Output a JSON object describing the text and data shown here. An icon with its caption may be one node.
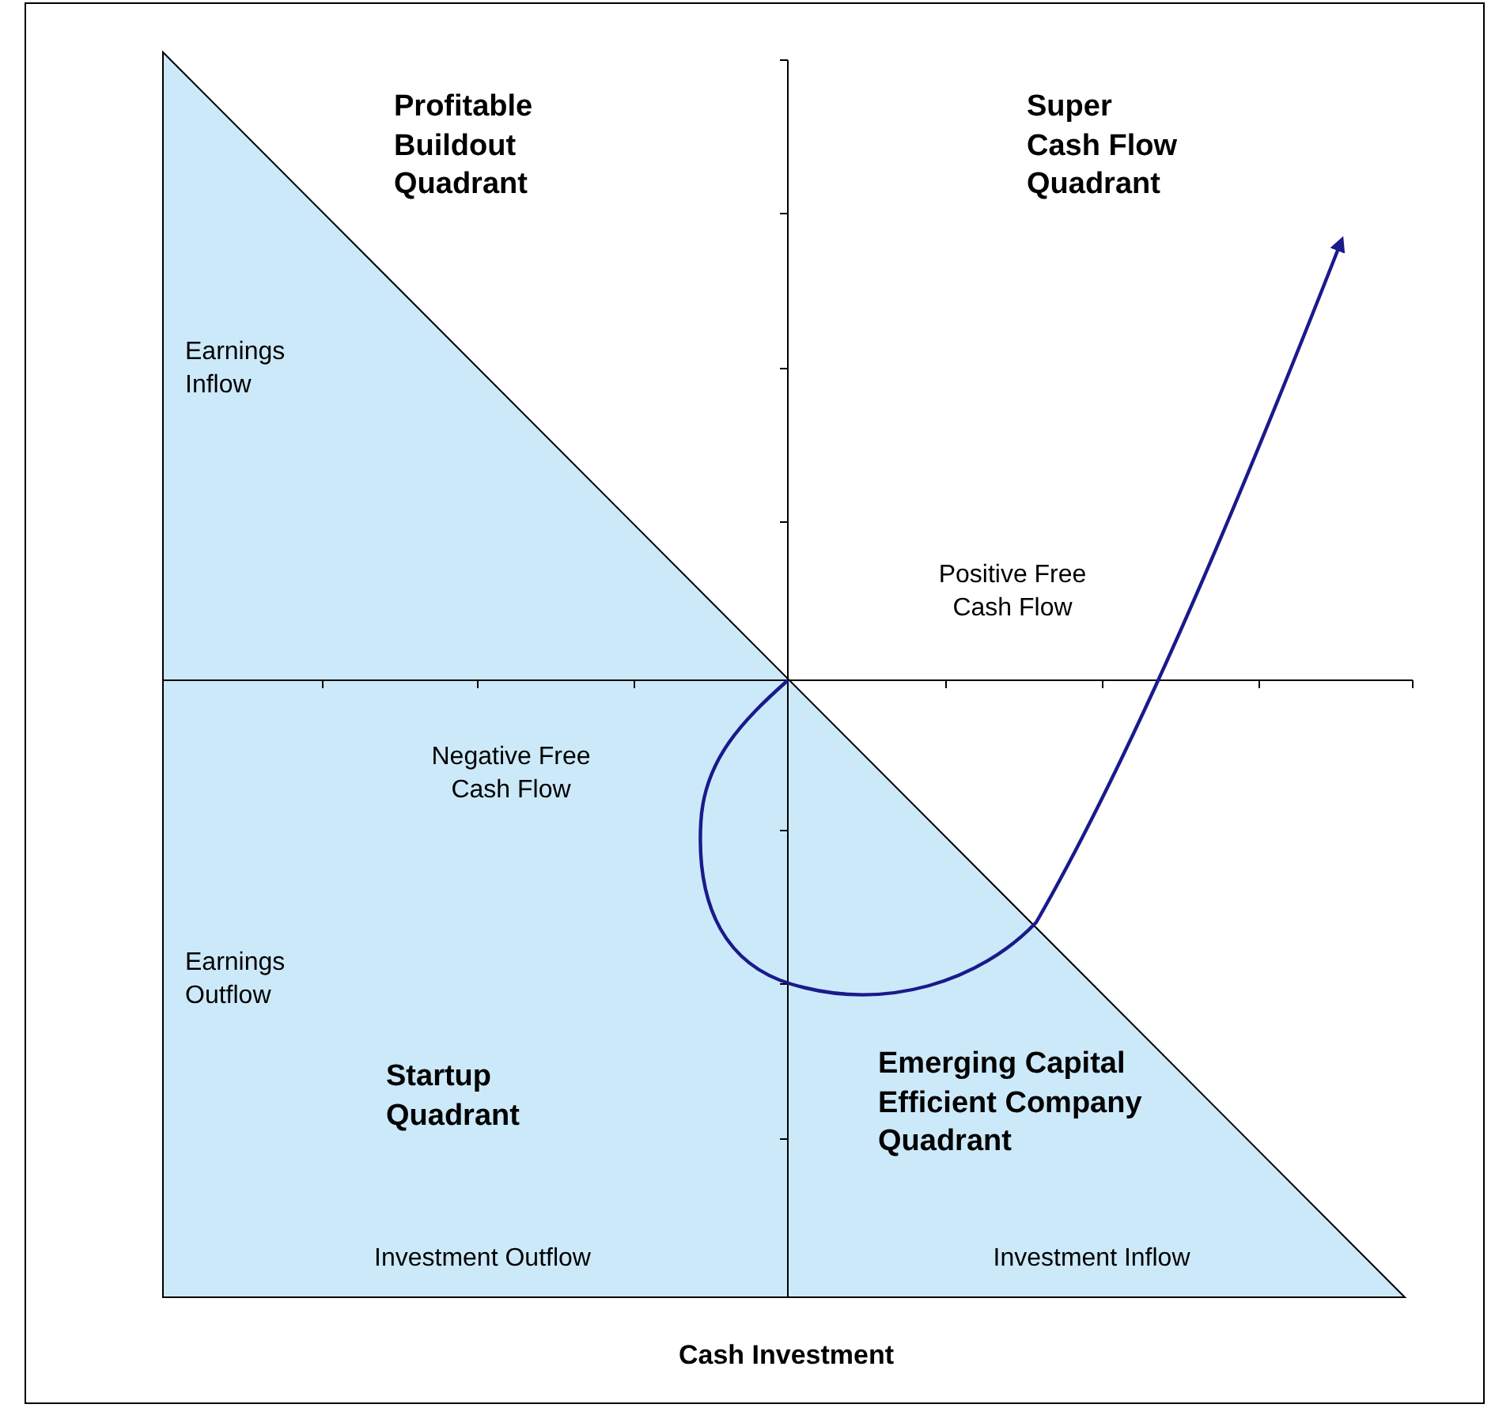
{
  "diagram": {
    "labels": [
      "Profitable Buildout Quadrant",
      "Super Cash Flow Quadrant",
      "Earnings Inflow",
      "Positive Free Cash Flow",
      "Negative Free Cash Flow",
      "Earnings Outflow",
      "Startup Quadrant",
      "Emerging Capital Efficient Company Quadrant",
      "Investment Outflow",
      "Investment Inflow",
      "Cash Investment"
    ]
  }
}
